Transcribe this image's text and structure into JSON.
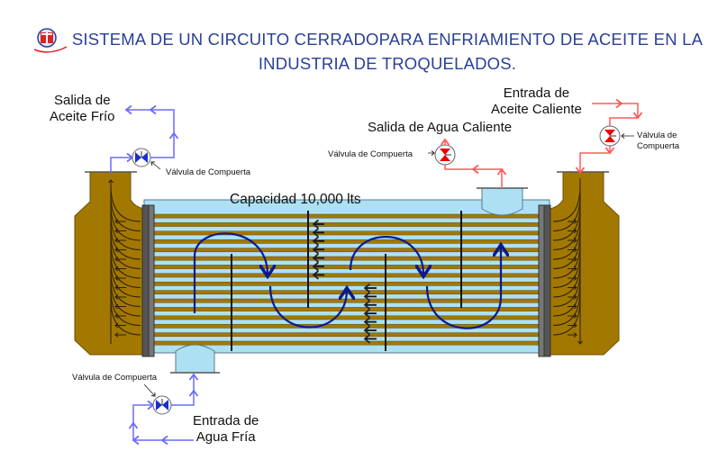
{
  "header": {
    "title_line1": "SISTEMA DE UN CIRCUITO CERRADOPARA ENFRIAMIENTO DE ACEITE EN LA",
    "title_line2": "INDUSTRIA DE TROQUELADOS.",
    "logo": "lopez-ingenieria-globe-logo"
  },
  "diagram": {
    "capacity": "Capacidad 10,000 lts",
    "labels": {
      "cold_oil_out_1": "Salida de",
      "cold_oil_out_2": "Aceite Frío",
      "hot_oil_in_1": "Entrada de",
      "hot_oil_in_2": "Aceite Caliente",
      "hot_water_out": "Salida de Agua Caliente",
      "cold_water_in_1": "Entrada de",
      "cold_water_in_2": "Agua Fría"
    },
    "valves": {
      "cold_oil_valve": "Válvula de Compuerta",
      "hot_water_valve": "Válvula de Compuerta",
      "hot_oil_valve_1": "Válvula de",
      "hot_oil_valve_2": "Compuerta",
      "cold_water_valve": "Válvula de Compuerta"
    },
    "colors": {
      "oil": "#a37800",
      "water": "#aee0f4",
      "cold_line": "#6b6bff",
      "hot_line": "#ff5a5a",
      "flow": "#0b1a8c",
      "title": "#2a3f9a"
    }
  }
}
